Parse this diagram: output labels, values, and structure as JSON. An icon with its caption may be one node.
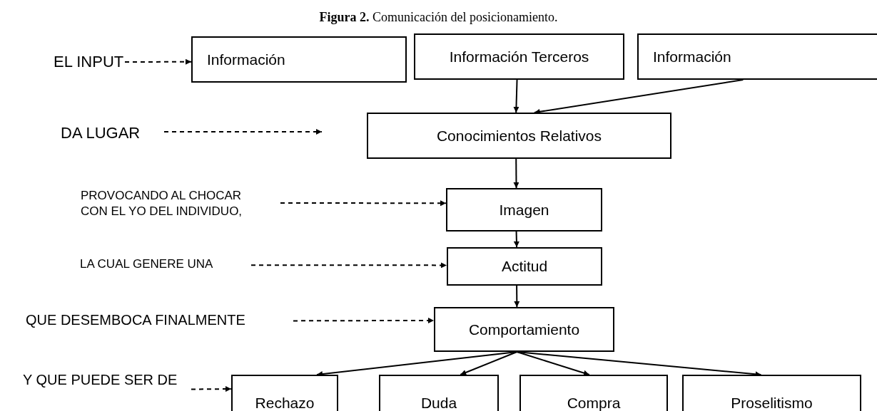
{
  "diagram": {
    "title": "**Figura 2.** Comunicación del posicionamiento.",
    "nodes": [
      {
        "text": [
          "EL INPUT"
        ]
      },
      {
        "text": [
          "Información"
        ]
      },
      {
        "text": [
          "Información Terceros"
        ]
      },
      {
        "text": [
          "Información"
        ]
      },
      {
        "text": [
          "DA LUGAR"
        ]
      },
      {
        "text": [
          "Conocimientos Relativos"
        ]
      },
      {
        "text": [
          "PROVOCANDO AL CHOCAR CON EL YO DEL INDIVIDUO,"
        ]
      },
      {
        "text": [
          "Imagen"
        ]
      },
      {
        "text": [
          "LA CUAL GENERE UNA"
        ]
      },
      {
        "text": [
          "Actitud"
        ]
      },
      {
        "text": [
          "QUE DESEMBOCA FINALMENTE"
        ]
      },
      {
        "text": [
          "Comportamiento"
        ]
      },
      {
        "text": [
          "Y QUE PUEDE SER DE"
        ]
      },
      {
        "text": [
          "Rechazo"
        ]
      },
      {
        "text": [
          "Duda"
        ]
      },
      {
        "text": [
          "Compra"
        ]
      },
      {
        "text": [
          "Proselitismo"
        ]
      }
    ],
    "edges": [
      {
        "from": 0,
        "to": 1,
        "arrow": "to",
        "style": "dashed"
      },
      {
        "from": 4,
        "to": null,
        "arrow": "to",
        "style": "dashed"
      },
      {
        "from": 2,
        "to": 5,
        "arrow": "to"
      },
      {
        "from": 3,
        "to": 5,
        "arrow": "to"
      },
      {
        "from": 5,
        "to": 7,
        "arrow": "to"
      },
      {
        "from": 6,
        "to": 7,
        "arrow": "to",
        "style": "dashed"
      },
      {
        "from": 7,
        "to": 9,
        "arrow": "to"
      },
      {
        "from": 8,
        "to": 9,
        "arrow": "to",
        "style": "dashed"
      },
      {
        "from": 9,
        "to": 11,
        "arrow": "to"
      },
      {
        "from": 10,
        "to": 11,
        "arrow": "to",
        "style": "dashed"
      },
      {
        "from": 11,
        "to": 13,
        "arrow": "to"
      },
      {
        "from": 11,
        "to": 14,
        "arrow": "to"
      },
      {
        "from": 11,
        "to": 15,
        "arrow": "to"
      },
      {
        "from": 11,
        "to": 16,
        "arrow": "to"
      },
      {
        "from": 12,
        "to": 13,
        "arrow": "to",
        "style": "dashed"
      }
    ]
  }
}
